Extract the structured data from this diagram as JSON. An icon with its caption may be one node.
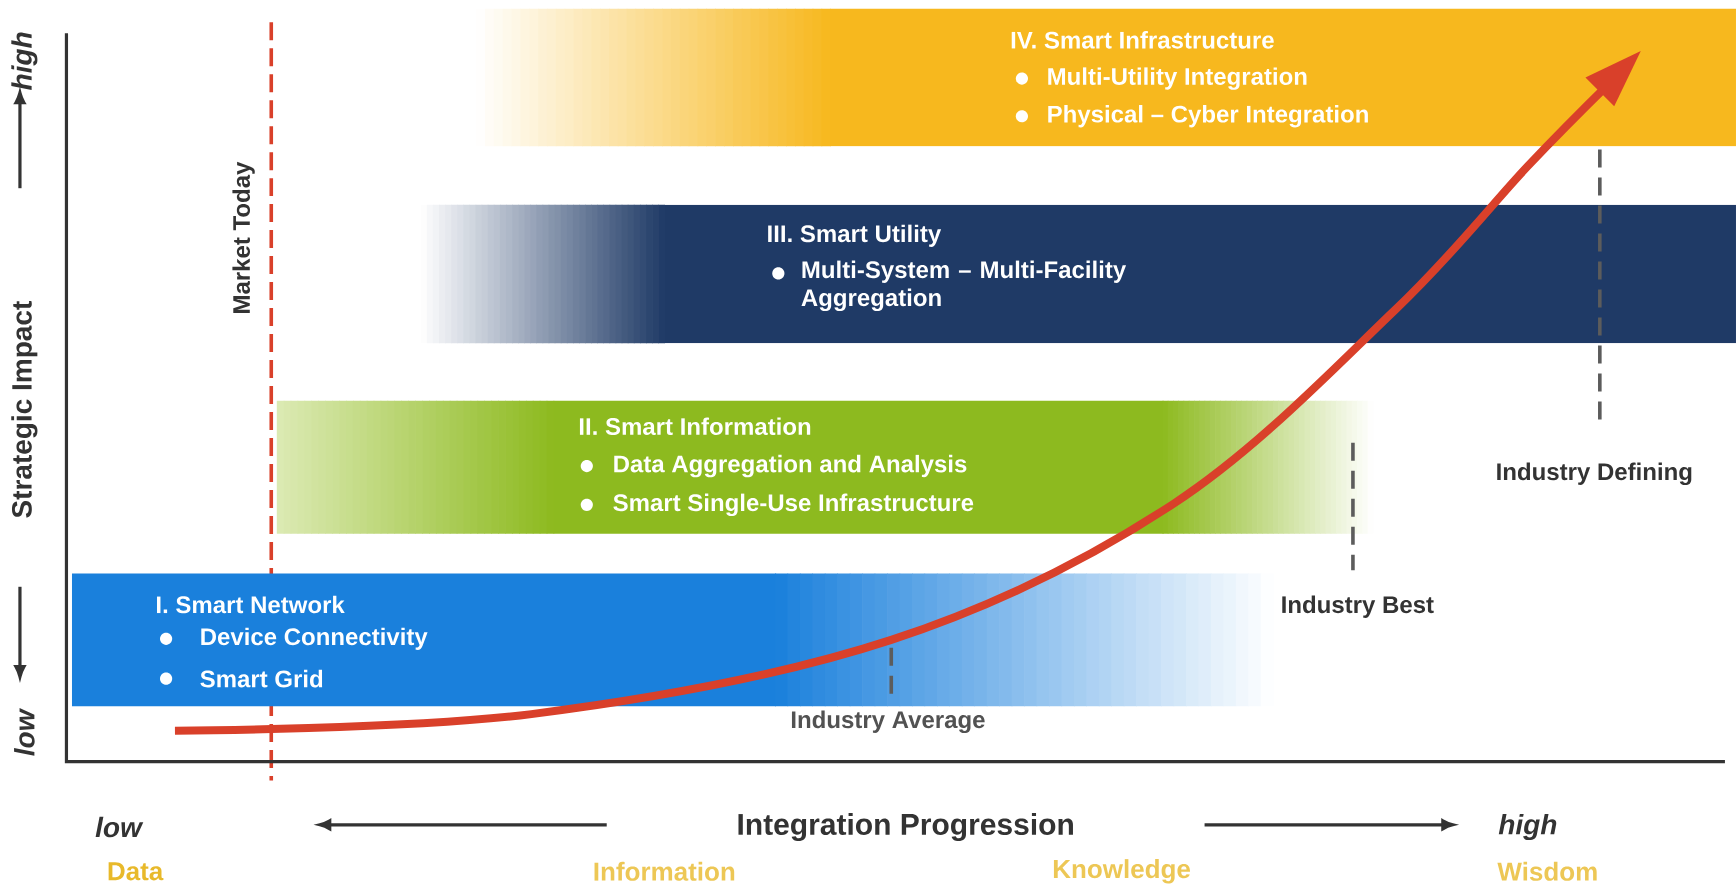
{
  "diagram": {
    "nodes": [
      {
        "text": [
          "I.  Smart Network",
          "Device Connectivity",
          "Smart Grid"
        ]
      },
      {
        "text": [
          "II. Smart Information",
          "Data Aggregation and Analysis",
          "Smart Single-Use Infrastructure"
        ]
      },
      {
        "text": [
          "III. Smart Utility",
          "Multi-System – Multi-Facility Aggregation"
        ]
      },
      {
        "text": [
          "IV. Smart Infrastructure",
          "Multi-Utility Integration",
          "Physical – Cyber Integration"
        ]
      }
    ],
    "labels": [
      "high",
      "Strategic Impact",
      "low",
      "Market Today",
      "Industry Defining",
      "Industry Best",
      "Industry Average",
      "low",
      "Integration Progression",
      "high",
      "Data",
      "Information",
      "Knowledge",
      "Wisdom"
    ]
  }
}
